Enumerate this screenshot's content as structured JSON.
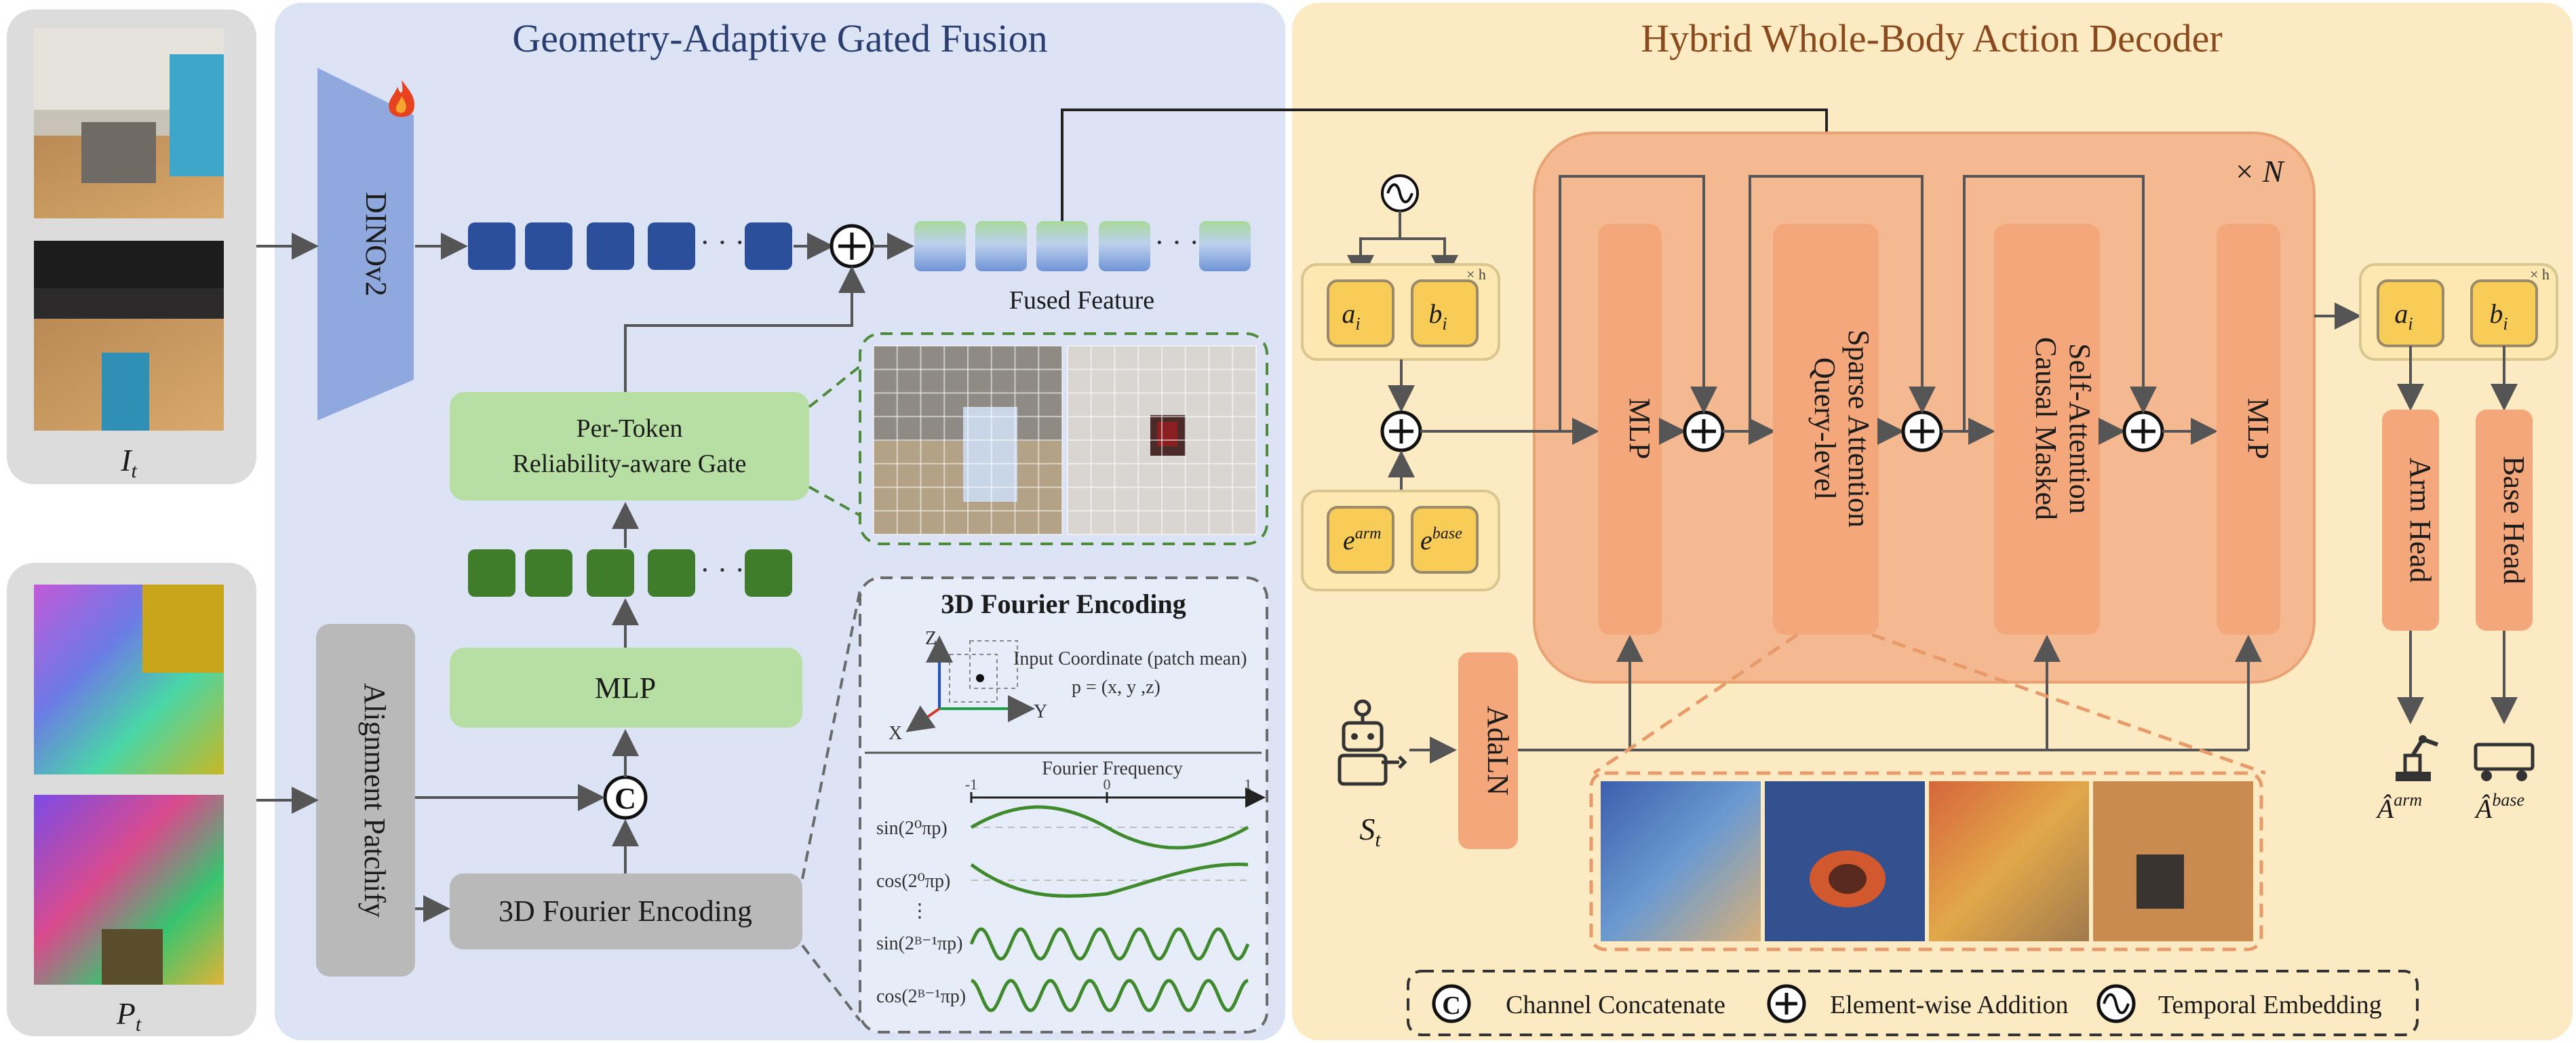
{
  "titles": {
    "left_section": "Geometry-Adaptive Gated Fusion",
    "right_section": "Hybrid Whole-Body Action Decoder"
  },
  "inputs": {
    "image_label": "I",
    "image_sub": "t",
    "point_label": "P",
    "point_sub": "t",
    "state_label": "S",
    "state_sub": "t"
  },
  "modules": {
    "dino": "DINOv2",
    "alignment": "Alignment Patchify",
    "mlp_left": "MLP",
    "gate_line1": "Per-Token",
    "gate_line2": "Reliability-aware Gate",
    "fourier_box": "3D Fourier Encoding",
    "fused_feature": "Fused Feature",
    "adaln": "AdaLN",
    "mlp_1": "MLP",
    "query_line1": "Query-level",
    "query_line2": "Sparse Attention",
    "causal_line1": "Causal Masked",
    "causal_line2": "Self-Attention",
    "mlp_2": "MLP",
    "arm_head": "Arm Head",
    "base_head": "Base Head",
    "repeat": "× N"
  },
  "tokens": {
    "a": "a",
    "a_sub": "i",
    "b": "b",
    "b_sub": "i",
    "times_h": "× h",
    "e": "e",
    "e_arm_sup": "arm",
    "e_base_sup": "base",
    "out_arm": "Â",
    "out_arm_sup": "arm",
    "out_base": "Â",
    "out_base_sup": "base"
  },
  "fourier_panel": {
    "title": "3D Fourier Encoding",
    "axis_z": "Z",
    "axis_x": "X",
    "axis_y": "Y",
    "input_coord": "Input Coordinate (patch mean)",
    "coord_formula": "p = (x, y ,z)",
    "frequency_label": "Fourier Frequency",
    "tick_neg": "-1",
    "tick_zero": "0",
    "tick_pos": "1",
    "rows": [
      {
        "label": "sin(2⁰πp)"
      },
      {
        "label": "cos(2⁰πp)"
      },
      {
        "label": "sin(2ᴮ⁻¹πp)"
      },
      {
        "label": "cos(2ᴮ⁻¹πp)"
      }
    ],
    "dots": "⋮"
  },
  "legend": {
    "concat_symbol": "C",
    "concat": "Channel Concatenate",
    "add": "Element-wise Addition",
    "temporal": "Temporal Embedding"
  },
  "icons": {
    "fire": "fire-icon",
    "robot": "robot-icon",
    "robot_arm": "robot-arm-icon",
    "mobile_base": "mobile-base-icon",
    "sine": "sine-wave-icon"
  },
  "colors": {
    "left_panel": "#dbe3f5",
    "right_panel": "#fcebc2",
    "dino_blue": "#8fa8de",
    "token_blue": "#2b4f9b",
    "token_green": "#3f7d2b",
    "green_box": "#b7dfa3",
    "gray_box": "#b9b9b9",
    "orange_block": "#f2b387",
    "orange_inner": "#f4a77a",
    "yellow_token": "#f8cd57"
  }
}
